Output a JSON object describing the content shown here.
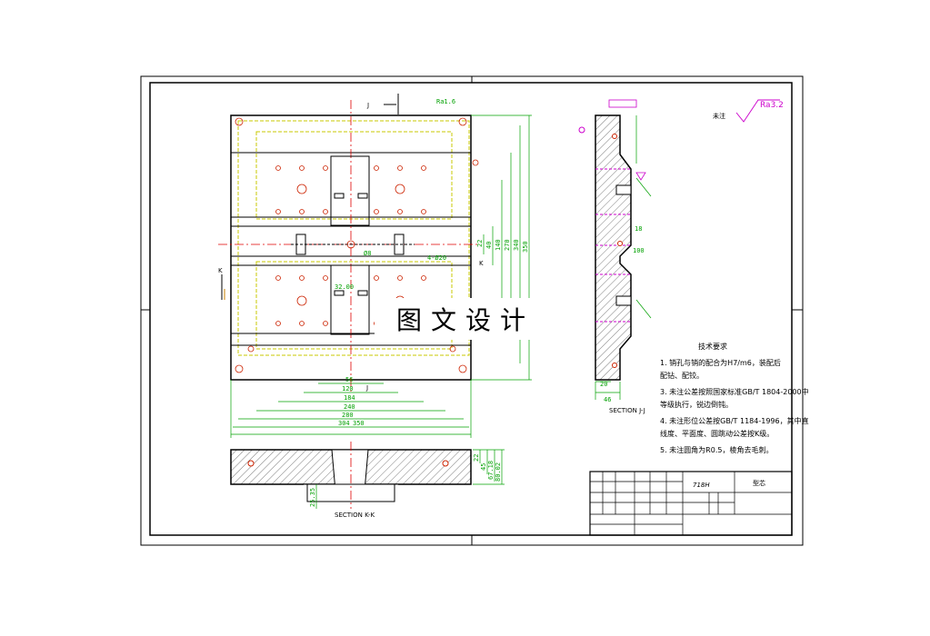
{
  "main_view": {
    "dims_bottom": [
      "56",
      "120",
      "184",
      "240",
      "280",
      "304",
      "350"
    ],
    "dims_right": [
      "22",
      "40",
      "140",
      "270",
      "340",
      "350"
    ],
    "hole_label": "4-Ø20",
    "center_dim": "Ø8",
    "small_dim": "32.00",
    "roughness": "Ra1.6",
    "section_mark_j": "J",
    "section_mark_k": "K"
  },
  "section_k": {
    "label": "SECTION K-K",
    "dims_right": [
      "22",
      "45",
      "67.18",
      "80.02"
    ],
    "dim_left": "25.35"
  },
  "section_j": {
    "label": "SECTION J-J",
    "dims_bottom": [
      "20",
      "46"
    ],
    "dims_left": [
      "18",
      "100"
    ]
  },
  "surface_note": {
    "text": "未注",
    "value": "Ra3.2"
  },
  "tech_requirements": {
    "title": "技术要求",
    "items": [
      "1. 销孔与销的配合为H7/m6，装配后",
      "   配钻、配铰。",
      "3. 未注公差按照国家标准GB/T 1804-2000中",
      "   等级执行，锐边倒钝。",
      "4. 未注形位公差按GB/T 1184-1996，其中直",
      "   线度、平面度、圆跳动公差按K级。",
      "5. 未注圆角为R0.5，棱角去毛刺。"
    ]
  },
  "title_block": {
    "material": "718H",
    "name": "型芯"
  },
  "watermark": "图文设计",
  "colors": {
    "line": "#000000",
    "dimension": "#00a000",
    "hidden": "#c8c800",
    "center": "#e00000",
    "magenta": "#cc00cc"
  }
}
